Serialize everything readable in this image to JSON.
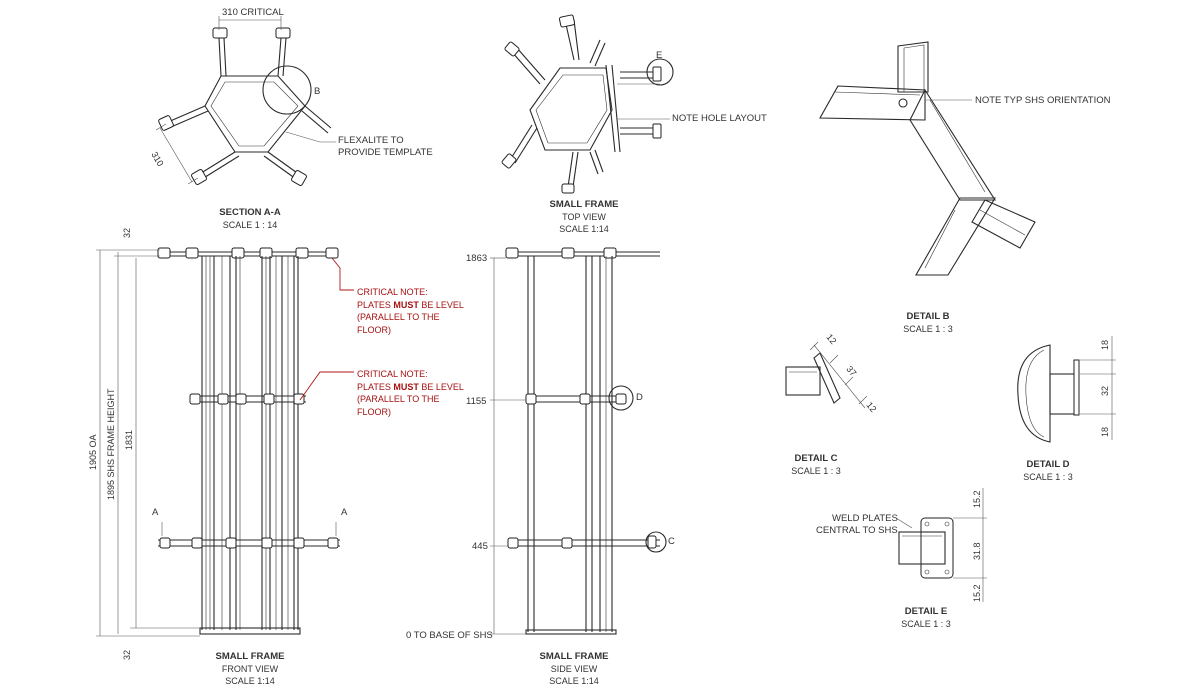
{
  "views": {
    "section_aa": {
      "title": "SECTION A-A",
      "scale": "SCALE 1 : 14",
      "critical_dim": "310 CRITICAL",
      "side_dim": "310",
      "detail_tag": "B",
      "note_line1": "FLEXALITE TO",
      "note_line2": "PROVIDE TEMPLATE"
    },
    "top_view": {
      "title": "SMALL FRAME",
      "subtitle": "TOP VIEW",
      "scale": "SCALE 1:14",
      "detail_tag": "E",
      "note": "NOTE HOLE LAYOUT"
    },
    "detail_b": {
      "title": "DETAIL B",
      "scale": "SCALE 1 : 3",
      "note": "NOTE TYP SHS ORIENTATION"
    },
    "detail_c": {
      "title": "DETAIL C",
      "scale": "SCALE 1 : 3",
      "dim_a": "12",
      "dim_b": "37",
      "dim_c": "12"
    },
    "detail_d": {
      "title": "DETAIL D",
      "scale": "SCALE 1 : 3",
      "dim_top": "18",
      "dim_mid": "32",
      "dim_bot": "18"
    },
    "detail_e": {
      "title": "DETAIL E",
      "scale": "SCALE 1 : 3",
      "note_line1": "WELD PLATES",
      "note_line2": "CENTRAL TO SHS",
      "dim_top": "15.2",
      "dim_mid": "31.8",
      "dim_bot": "15.2"
    },
    "front_view": {
      "title": "SMALL FRAME",
      "subtitle": "FRONT VIEW",
      "scale": "SCALE 1:14",
      "overall": "1905 OA",
      "frame_height": "1895 SHS FRAME HEIGHT",
      "inner": "1831",
      "top_dim": "32",
      "bot_dim": "32",
      "section_mark": "A"
    },
    "side_view": {
      "title": "SMALL FRAME",
      "subtitle": "SIDE VIEW",
      "scale": "SCALE 1:14",
      "levels": [
        "1863",
        "1155",
        "445",
        "0 TO BASE OF SHS"
      ],
      "detail_d_tag": "D",
      "detail_c_tag": "C"
    }
  },
  "critical_notes": [
    {
      "line1": "CRITICAL NOTE:",
      "line2_pre": "PLATES ",
      "line2_bold": "MUST",
      "line2_post": " BE LEVEL",
      "line3": "(PARALLEL TO THE",
      "line4": "FLOOR)"
    },
    {
      "line1": "CRITICAL NOTE:",
      "line2_pre": "PLATES ",
      "line2_bold": "MUST",
      "line2_post": " BE LEVEL",
      "line3": "(PARALLEL TO THE",
      "line4": "FLOOR)"
    }
  ],
  "colors": {
    "ink": "#2a2a2a",
    "critical": "#a51212",
    "background": "#ffffff"
  }
}
